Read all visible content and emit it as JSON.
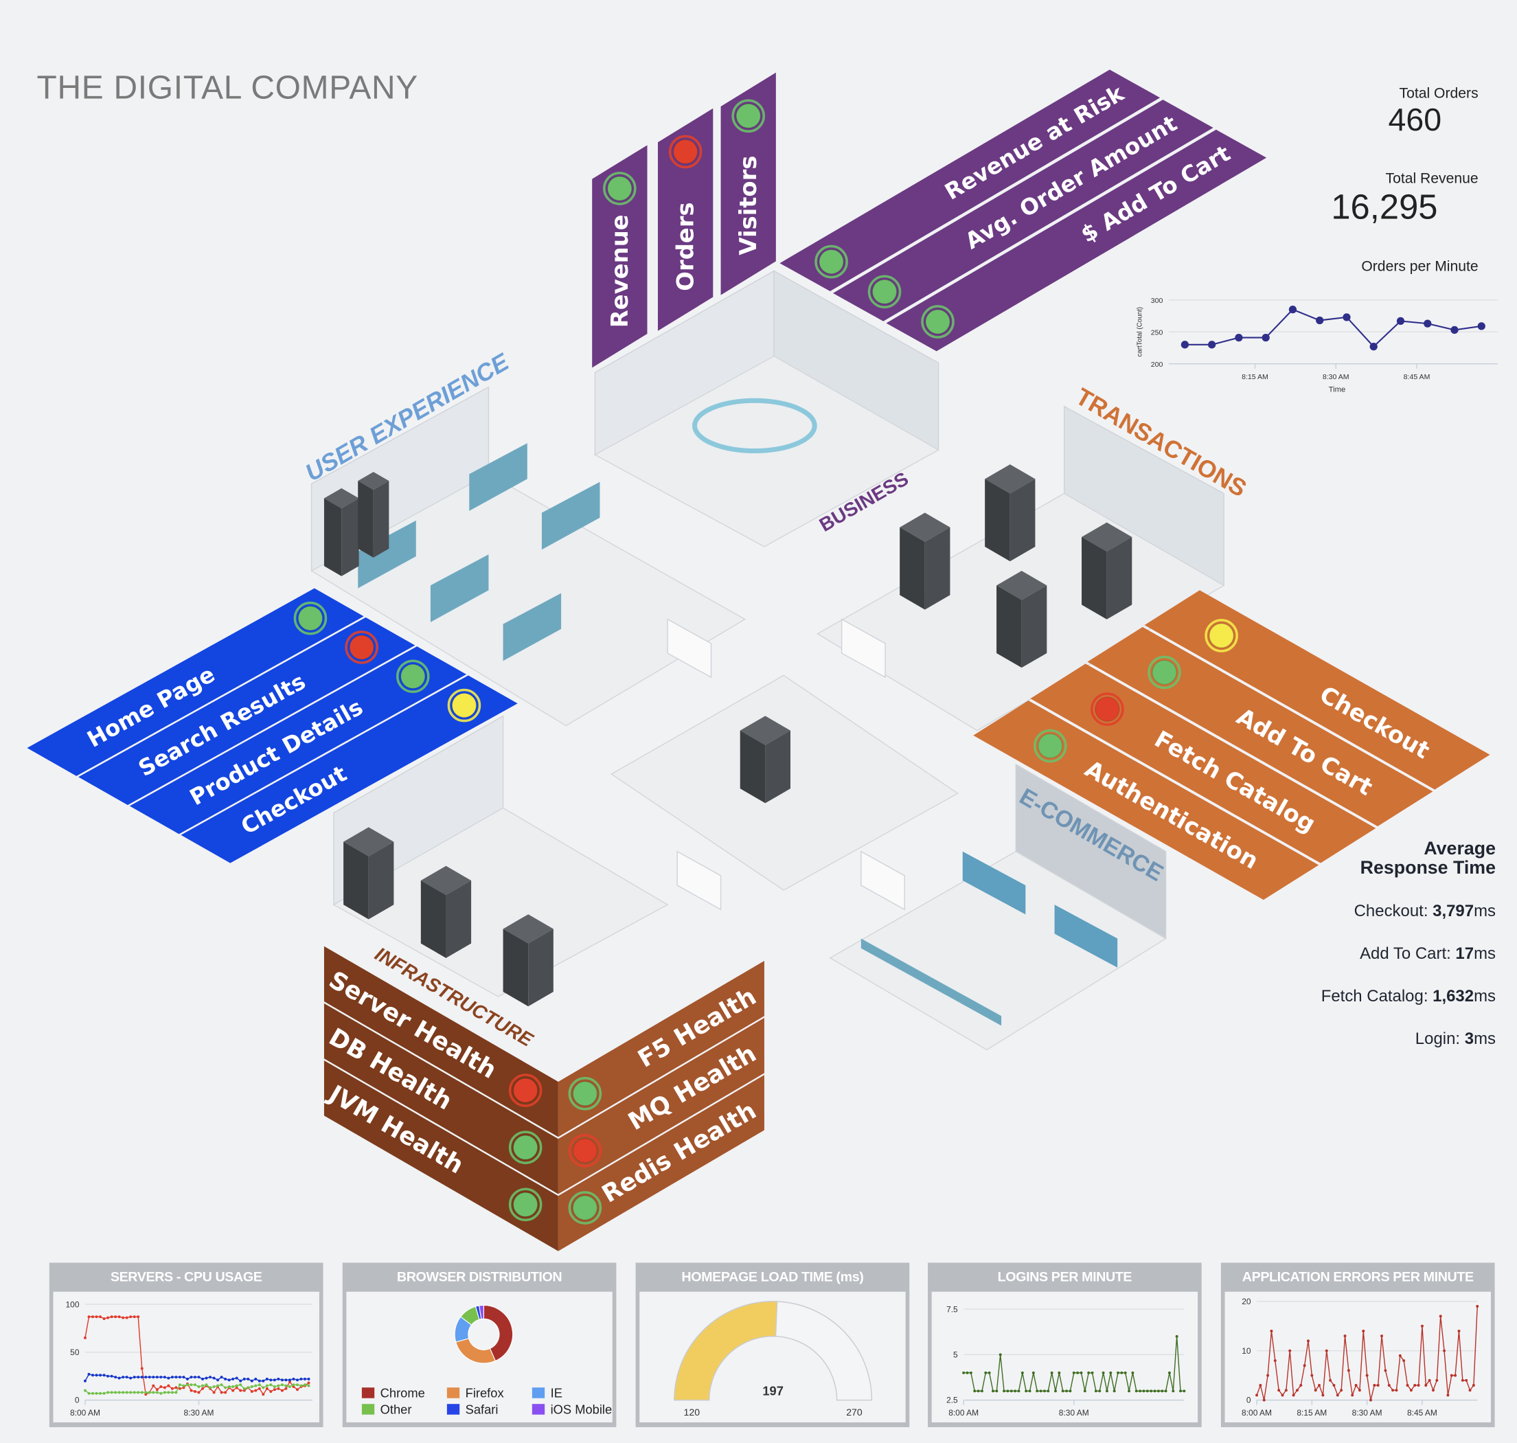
{
  "header": {
    "title": "THE DIGITAL COMPANY"
  },
  "kpis": {
    "total_orders_label": "Total Orders",
    "total_orders": "460",
    "total_revenue_label": "Total Revenue",
    "total_revenue": "16,295",
    "orders_per_minute_label": "Orders per Minute"
  },
  "status_colors": {
    "green": "#6cc06a",
    "red": "#e0402a",
    "yellow": "#f5ea4a"
  },
  "zones": {
    "user_experience": {
      "label": "USER EXPERIENCE",
      "color": "#1345e0",
      "label_color": "#6d9fd6",
      "items": [
        {
          "label": "Home Page",
          "status": "green"
        },
        {
          "label": "Search Results",
          "status": "red"
        },
        {
          "label": "Product Details",
          "status": "green"
        },
        {
          "label": "Checkout",
          "status": "yellow"
        }
      ]
    },
    "business": {
      "label": "BUSINESS",
      "color": "#6b3a82",
      "label_color": "#6b3a82",
      "vertical_items": [
        {
          "label": "Revenue",
          "status": "green"
        },
        {
          "label": "Orders",
          "status": "red"
        },
        {
          "label": "Visitors",
          "status": "green"
        }
      ],
      "items": [
        {
          "label": "Revenue at Risk",
          "status": "green"
        },
        {
          "label": "Avg. Order Amount",
          "status": "green"
        },
        {
          "label": "$ Add To Cart",
          "status": "green"
        }
      ]
    },
    "transactions": {
      "label": "TRANSACTIONS",
      "color": "#cf7236",
      "label_color": "#cf7236",
      "items": [
        {
          "label": "Checkout",
          "status": "yellow"
        },
        {
          "label": "Add To Cart",
          "status": "green"
        },
        {
          "label": "Fetch Catalog",
          "status": "red"
        },
        {
          "label": "Authentication",
          "status": "green"
        }
      ]
    },
    "infrastructure": {
      "label": "INFRASTRUCTURE",
      "color_left": "#7b3b1c",
      "color_right": "#a3552c",
      "label_color": "#8a4420",
      "left_items": [
        {
          "label": "Server Health",
          "status": "red"
        },
        {
          "label": "DB Health",
          "status": "green"
        },
        {
          "label": "JVM Health",
          "status": "green"
        }
      ],
      "right_items": [
        {
          "label": "F5 Health",
          "status": "green"
        },
        {
          "label": "MQ Health",
          "status": "red"
        },
        {
          "label": "Redis Health",
          "status": "green"
        }
      ]
    },
    "ecommerce": {
      "label": "E-COMMERCE",
      "label_color": "#6f93b4"
    }
  },
  "response_time": {
    "title_line1": "Average",
    "title_line2": "Response Time",
    "rows": [
      {
        "label": "Checkout: ",
        "value": "3,797",
        "unit": "ms"
      },
      {
        "label": "Add To Cart: ",
        "value": "17",
        "unit": "ms"
      },
      {
        "label": "Fetch Catalog: ",
        "value": "1,632",
        "unit": "ms"
      },
      {
        "label": "Login: ",
        "value": "3",
        "unit": "ms"
      }
    ]
  },
  "chart_data": [
    {
      "id": "orders_per_minute",
      "type": "line",
      "title": "Orders per Minute",
      "xlabel": "Time",
      "ylabel": "cartTotal (Count)",
      "x": [
        "8:02 AM",
        "8:07 AM",
        "8:12 AM",
        "8:17 AM",
        "8:22 AM",
        "8:27 AM",
        "8:32 AM",
        "8:37 AM",
        "8:42 AM",
        "8:47 AM",
        "8:52 AM",
        "8:57 AM"
      ],
      "x_minutes": [
        2,
        7,
        12,
        17,
        22,
        27,
        32,
        37,
        42,
        47,
        52,
        57
      ],
      "values": [
        230,
        230,
        241,
        241,
        285,
        268,
        273,
        227,
        267,
        263,
        253,
        259
      ],
      "x_ticks": [
        {
          "label": "8:15 AM",
          "minute": 15
        },
        {
          "label": "8:30 AM",
          "minute": 30
        },
        {
          "label": "8:45 AM",
          "minute": 45
        }
      ],
      "xlim_minutes": [
        -1,
        60
      ],
      "y_ticks": [
        200,
        250,
        300
      ],
      "ylim": [
        200,
        300
      ],
      "color": "#2f2f8a",
      "grid": true
    },
    {
      "id": "cpu_usage",
      "type": "line",
      "title": "SERVERS - CPU USAGE",
      "x_ticks": [
        {
          "label": "8:00 AM",
          "minute": 0
        },
        {
          "label": "8:30 AM",
          "minute": 30
        }
      ],
      "xlim_minutes": [
        0,
        60
      ],
      "y_ticks": [
        0,
        50,
        100
      ],
      "ylim": [
        0,
        100
      ],
      "grid": true,
      "series": [
        {
          "color": "#e03a2a",
          "values": [
            65,
            87,
            87,
            87,
            87,
            85,
            86,
            87,
            87,
            87,
            86,
            86,
            87,
            87,
            87,
            33,
            6,
            8,
            15,
            11,
            14,
            13,
            15,
            12,
            13,
            12,
            13,
            17,
            10,
            9,
            8,
            12,
            15,
            12,
            8,
            14,
            8,
            8,
            13,
            10,
            13,
            10,
            10,
            13,
            9,
            10,
            12,
            6,
            12,
            9,
            11,
            12,
            10,
            12,
            19,
            14,
            11,
            14,
            15,
            18
          ]
        },
        {
          "color": "#1536c8",
          "values": [
            20,
            27,
            26,
            26,
            26,
            26,
            25,
            25,
            24,
            23,
            24,
            24,
            23,
            24,
            24,
            24,
            24,
            24,
            24,
            24,
            24,
            24,
            23,
            24,
            24,
            24,
            24,
            22,
            24,
            24,
            24,
            22,
            23,
            24,
            23,
            21,
            24,
            22,
            21,
            22,
            23,
            20,
            22,
            22,
            20,
            22,
            20,
            20,
            22,
            21,
            21,
            22,
            21,
            21,
            21,
            22,
            21,
            22,
            22,
            22
          ]
        },
        {
          "color": "#72c04a",
          "values": [
            10,
            7,
            7,
            7,
            7,
            7,
            8,
            8,
            8,
            8,
            8,
            8,
            8,
            8,
            8,
            8,
            8,
            8,
            8,
            8,
            7,
            8,
            8,
            8,
            8,
            16,
            15,
            16,
            16,
            16,
            14,
            15,
            16,
            13,
            14,
            15,
            16,
            13,
            14,
            14,
            15,
            16,
            12,
            13,
            14,
            15,
            16,
            13,
            15,
            16,
            14,
            15,
            16,
            15,
            14,
            16,
            16,
            15,
            16,
            15
          ]
        }
      ]
    },
    {
      "id": "browser_distribution",
      "type": "pie",
      "title": "BROWSER DISTRIBUTION",
      "slices": [
        {
          "name": "Chrome",
          "value": 43,
          "color": "#a8302a"
        },
        {
          "name": "Firefox",
          "value": 27,
          "color": "#e28c48"
        },
        {
          "name": "IE",
          "value": 14.5,
          "color": "#5f9ef0"
        },
        {
          "name": "Other",
          "value": 10,
          "color": "#78c04e"
        },
        {
          "name": "Safari",
          "value": 2,
          "color": "#2745e6"
        },
        {
          "name": "iOS Mobile",
          "value": 2.5,
          "color": "#8a4ff0"
        }
      ],
      "legend_order": [
        "Chrome",
        "Firefox",
        "IE",
        "Other",
        "Safari",
        "iOS Mobile"
      ]
    },
    {
      "id": "homepage_load_time",
      "type": "gauge",
      "title": "HOMEPAGE LOAD TIME (ms)",
      "min": 120,
      "max": 270,
      "value": 197,
      "min_label": "120",
      "max_label": "270",
      "value_label": "197",
      "color": "#f1cd60"
    },
    {
      "id": "logins_per_minute",
      "type": "line",
      "title": "LOGINS PER MINUTE",
      "x_ticks": [
        {
          "label": "8:00 AM",
          "minute": 0
        },
        {
          "label": "8:30 AM",
          "minute": 30
        }
      ],
      "xlim_minutes": [
        0,
        60
      ],
      "y_ticks": [
        2.5,
        5,
        7.5
      ],
      "ylim": [
        2.5,
        7.5
      ],
      "grid": true,
      "series": [
        {
          "color": "#3e6e22",
          "values": [
            4,
            4,
            4,
            3,
            3,
            3,
            4,
            4,
            3,
            3,
            5,
            3,
            3,
            3,
            3,
            3,
            4,
            3,
            3,
            4,
            3,
            3,
            3,
            3,
            4,
            3,
            4,
            3,
            3,
            3,
            4,
            4,
            4,
            3,
            4,
            4,
            3,
            3,
            4,
            3,
            4,
            3,
            4,
            4,
            4,
            3,
            4,
            3,
            3,
            3,
            3,
            3,
            3,
            3,
            3,
            3,
            4,
            3,
            6,
            3,
            3
          ]
        }
      ]
    },
    {
      "id": "application_errors_per_minute",
      "type": "line",
      "title": "APPLICATION ERRORS PER MINUTE",
      "x_ticks": [
        {
          "label": "8:00 AM",
          "minute": 0
        },
        {
          "label": "8:15 AM",
          "minute": 15
        },
        {
          "label": "8:30 AM",
          "minute": 30
        },
        {
          "label": "8:45 AM",
          "minute": 45
        }
      ],
      "xlim_minutes": [
        0,
        60
      ],
      "y_ticks": [
        0,
        10,
        20
      ],
      "ylim": [
        0,
        20
      ],
      "grid": true,
      "series": [
        {
          "color": "#b8332a",
          "values": [
            1,
            3,
            0,
            5,
            14,
            8,
            2,
            1,
            2,
            10,
            1,
            2,
            3,
            7,
            12,
            5,
            2,
            3,
            1,
            10,
            4,
            3,
            1,
            2,
            13,
            6,
            1,
            3,
            2,
            14,
            5,
            0,
            3,
            3,
            13,
            6,
            3,
            2,
            2,
            9,
            8,
            3,
            2,
            3,
            3,
            15,
            3,
            4,
            2,
            4,
            17,
            10,
            1,
            5,
            5,
            14,
            4,
            4,
            2,
            3,
            19
          ]
        }
      ]
    }
  ]
}
